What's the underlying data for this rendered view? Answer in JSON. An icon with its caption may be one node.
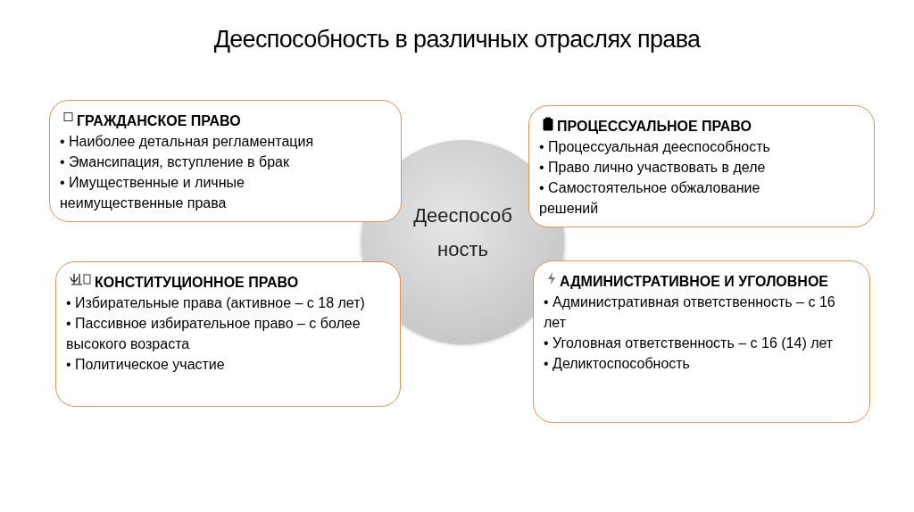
{
  "diagram": {
    "title": "Дееспособность в различных отраслях права",
    "nodes": [
      {
        "text": [
          "Дееспособность"
        ]
      },
      {
        "text": [
          "ГРАЖДАНСКОЕ ПРАВО",
          "• Наиболее детальная регламентация",
          "• Эмансипация, вступление в брак",
          "• Имущественные и личные неимущественные права"
        ]
      },
      {
        "text": [
          "ПРОЦЕССУАЛЬНОЕ ПРАВО",
          "• Процессуальная дееспособность",
          "• Право лично участвовать в деле",
          "• Самостоятельное обжалование решений"
        ]
      },
      {
        "text": [
          "КОНСТИТУЦИОННОЕ ПРАВО",
          "• Избирательные права (активное – с 18 лет)",
          "• Пассивное избирательное право – с более высокого возраста",
          "• Политическое участие"
        ]
      },
      {
        "text": [
          "АДМИНИСТРАТИВНОЕ И УГОЛОВНОЕ",
          "• Административная ответственность – с 16 лет",
          "• Уголовная ответственность – с 16 (14) лет",
          "• Деликтоспособность"
        ]
      }
    ],
    "edges": []
  }
}
